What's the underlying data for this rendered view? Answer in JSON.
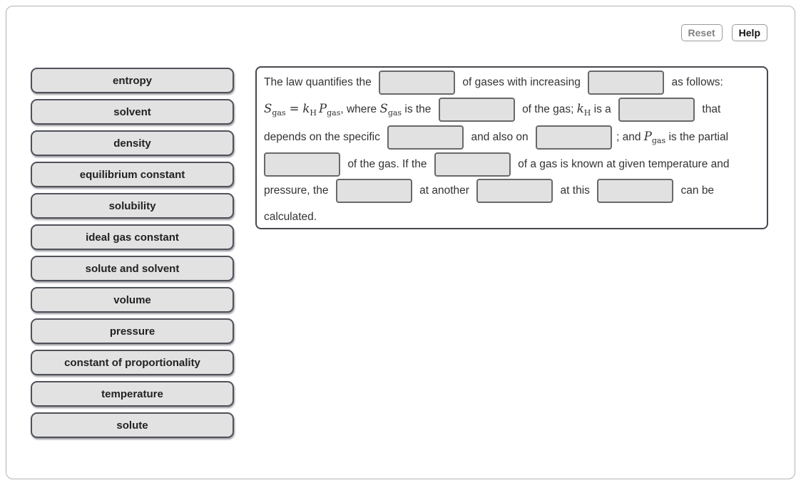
{
  "toolbar": {
    "reset_label": "Reset",
    "help_label": "Help"
  },
  "word_bank": {
    "tiles": [
      {
        "label": "entropy"
      },
      {
        "label": "solvent"
      },
      {
        "label": "density"
      },
      {
        "label": "equilibrium constant"
      },
      {
        "label": "solubility"
      },
      {
        "label": "ideal gas constant"
      },
      {
        "label": "solute and solvent"
      },
      {
        "label": "volume"
      },
      {
        "label": "pressure"
      },
      {
        "label": "constant of proportionality"
      },
      {
        "label": "temperature"
      },
      {
        "label": "solute"
      }
    ]
  },
  "math": {
    "S": "S",
    "k": "k",
    "P": "P",
    "sub_gas": "gas",
    "sub_H": "H",
    "equals": "="
  },
  "panel": {
    "paragraph": {
      "l1a": "The law quantifies the",
      "l1b": "of gases with increasing",
      "l1c": "as follows:",
      "l2a": ", where",
      "l2b": "is the",
      "l2c": "of the gas;",
      "l2d": "is a",
      "l2e": "that",
      "l3a": "depends on the specific",
      "l3b": "and also on",
      "l3c": "; and",
      "l3d": "is the partial",
      "l4a": "of the gas. If the",
      "l4b": "of a gas is known at given temperature and",
      "l5a": "pressure, the",
      "l5b": "at another",
      "l5c": "at this",
      "l5d": "can be",
      "l6a": "calculated."
    }
  },
  "colors": {
    "tile_background": "#e2e2e2",
    "tile_border": "#50525a",
    "blank_background": "#e1e1e1",
    "blank_border": "#696969",
    "panel_border": "#45484d",
    "frame_border": "#b3b3b3",
    "reset_text": "#828282",
    "help_text": "#111111"
  }
}
